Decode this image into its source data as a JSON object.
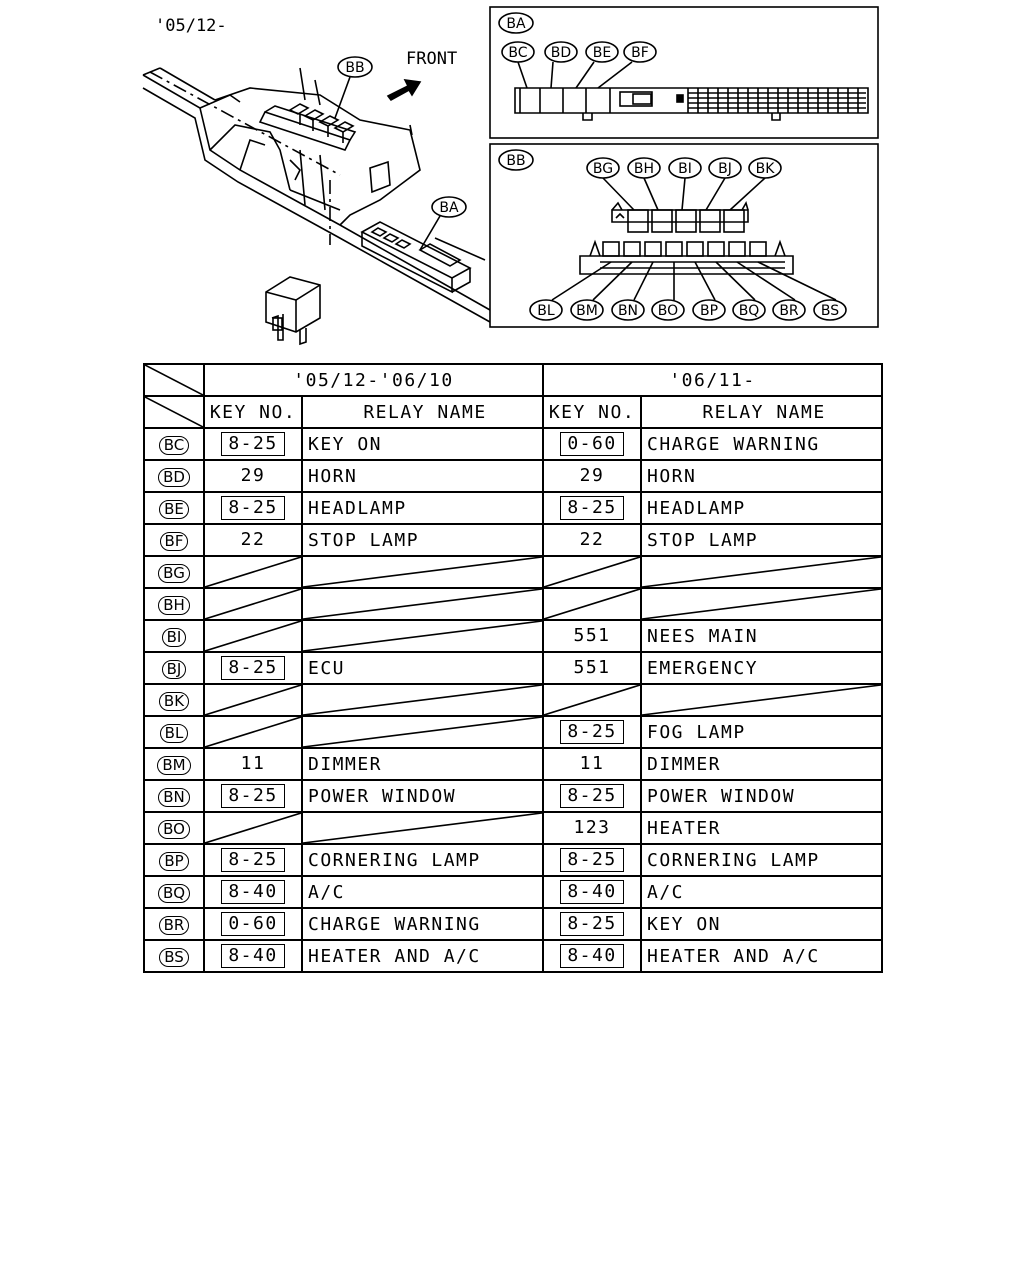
{
  "figure": {
    "date_label": "'05/12-",
    "front_label": "FRONT",
    "callout_bb": "BB",
    "callout_ba": "BA",
    "box_ba": {
      "title": "BA",
      "relays": [
        "BC",
        "BD",
        "BE",
        "BF"
      ]
    },
    "box_bb": {
      "title": "BB",
      "top_relays": [
        "BG",
        "BH",
        "BI",
        "BJ",
        "BK"
      ],
      "bottom_relays": [
        "BL",
        "BM",
        "BN",
        "BO",
        "BP",
        "BQ",
        "BR",
        "BS"
      ]
    }
  },
  "table": {
    "period_1": "'05/12-'06/10",
    "period_2": "'06/11-",
    "col_key": "KEY NO.",
    "col_relay": "RELAY NAME",
    "rows": [
      {
        "id": "BC",
        "key1": "8-25",
        "key1_boxed": true,
        "name1": "KEY ON",
        "key2": "0-60",
        "key2_boxed": true,
        "name2": "CHARGE WARNING"
      },
      {
        "id": "BD",
        "key1": "29",
        "key1_boxed": false,
        "name1": "HORN",
        "key2": "29",
        "key2_boxed": false,
        "name2": "HORN"
      },
      {
        "id": "BE",
        "key1": "8-25",
        "key1_boxed": true,
        "name1": "HEADLAMP",
        "key2": "8-25",
        "key2_boxed": true,
        "name2": "HEADLAMP"
      },
      {
        "id": "BF",
        "key1": "22",
        "key1_boxed": false,
        "name1": "STOP LAMP",
        "key2": "22",
        "key2_boxed": false,
        "name2": "STOP LAMP"
      },
      {
        "id": "BG",
        "key1": "",
        "key1_boxed": false,
        "name1": "",
        "key2": "",
        "key2_boxed": false,
        "name2": ""
      },
      {
        "id": "BH",
        "key1": "",
        "key1_boxed": false,
        "name1": "",
        "key2": "",
        "key2_boxed": false,
        "name2": ""
      },
      {
        "id": "BI",
        "key1": "",
        "key1_boxed": false,
        "name1": "",
        "key2": "551",
        "key2_boxed": false,
        "name2": "NEES MAIN"
      },
      {
        "id": "BJ",
        "key1": "8-25",
        "key1_boxed": true,
        "name1": "ECU",
        "key2": "551",
        "key2_boxed": false,
        "name2": "EMERGENCY"
      },
      {
        "id": "BK",
        "key1": "",
        "key1_boxed": false,
        "name1": "",
        "key2": "",
        "key2_boxed": false,
        "name2": ""
      },
      {
        "id": "BL",
        "key1": "",
        "key1_boxed": false,
        "name1": "",
        "key2": "8-25",
        "key2_boxed": true,
        "name2": "FOG LAMP"
      },
      {
        "id": "BM",
        "key1": "11",
        "key1_boxed": false,
        "name1": "DIMMER",
        "key2": "11",
        "key2_boxed": false,
        "name2": "DIMMER"
      },
      {
        "id": "BN",
        "key1": "8-25",
        "key1_boxed": true,
        "name1": "POWER WINDOW",
        "key2": "8-25",
        "key2_boxed": true,
        "name2": "POWER WINDOW"
      },
      {
        "id": "BO",
        "key1": "",
        "key1_boxed": false,
        "name1": "",
        "key2": "123",
        "key2_boxed": false,
        "name2": "HEATER"
      },
      {
        "id": "BP",
        "key1": "8-25",
        "key1_boxed": true,
        "name1": "CORNERING LAMP",
        "key2": "8-25",
        "key2_boxed": true,
        "name2": "CORNERING LAMP"
      },
      {
        "id": "BQ",
        "key1": "8-40",
        "key1_boxed": true,
        "name1": "A/C",
        "key2": "8-40",
        "key2_boxed": true,
        "name2": "A/C"
      },
      {
        "id": "BR",
        "key1": "0-60",
        "key1_boxed": true,
        "name1": "CHARGE WARNING",
        "key2": "8-25",
        "key2_boxed": true,
        "name2": "KEY ON"
      },
      {
        "id": "BS",
        "key1": "8-40",
        "key1_boxed": true,
        "name1": "HEATER AND A/C",
        "key2": "8-40",
        "key2_boxed": true,
        "name2": "HEATER AND A/C"
      }
    ]
  }
}
